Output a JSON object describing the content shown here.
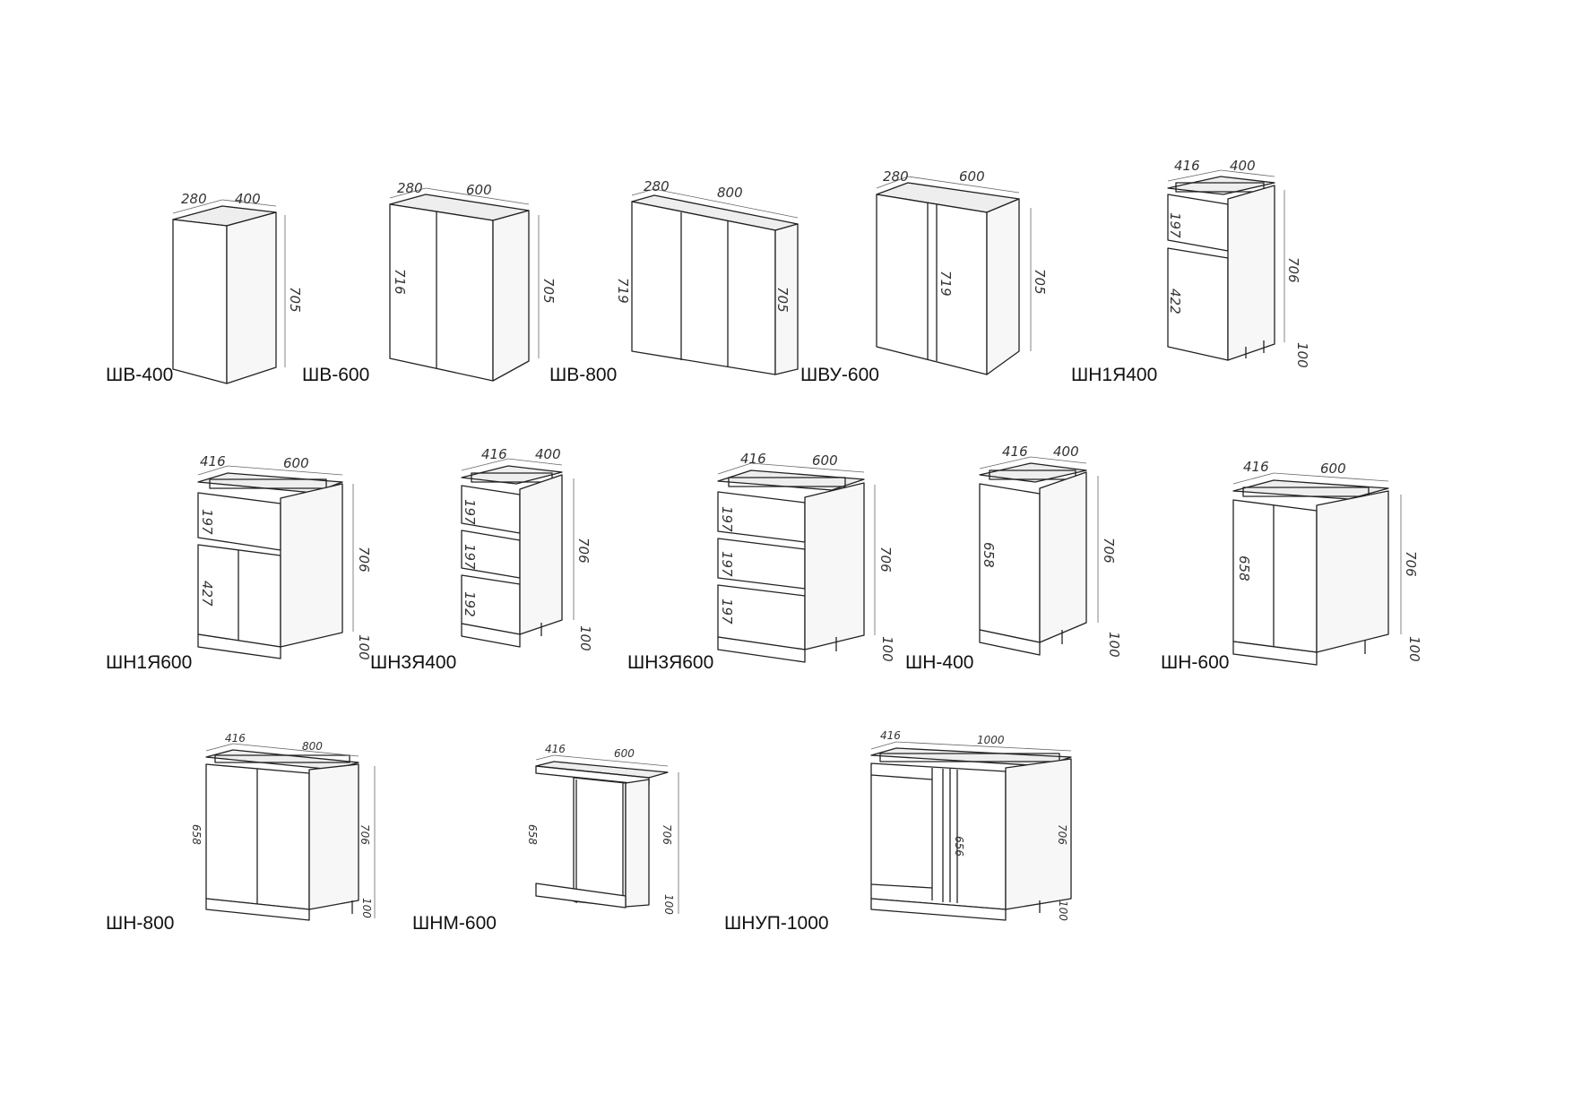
{
  "cabinets": [
    {
      "code": "ШВ-400",
      "dims": {
        "depth": "280",
        "width": "400",
        "height": "705"
      }
    },
    {
      "code": "ШВ-600",
      "dims": {
        "depth": "280",
        "width": "600",
        "door": "716",
        "height": "705"
      }
    },
    {
      "code": "ШВ-800",
      "dims": {
        "depth": "280",
        "width": "800",
        "door": "719",
        "height": "705"
      }
    },
    {
      "code": "ШВУ-600",
      "dims": {
        "depth": "280",
        "width": "600",
        "door": "719",
        "height": "705"
      }
    },
    {
      "code": "ШН1Я400",
      "dims": {
        "depth": "416",
        "width": "400",
        "drawer1": "197",
        "door": "422",
        "height": "706",
        "plinth": "100"
      }
    },
    {
      "code": "ШН1Я600",
      "dims": {
        "depth": "416",
        "width": "600",
        "drawer1": "197",
        "door": "427",
        "height": "706",
        "plinth": "100"
      }
    },
    {
      "code": "ШН3Я400",
      "dims": {
        "depth": "416",
        "width": "400",
        "drawer1": "197",
        "drawer2": "197",
        "drawer3": "192",
        "height": "706",
        "plinth": "100"
      }
    },
    {
      "code": "ШН3Я600",
      "dims": {
        "depth": "416",
        "width": "600",
        "drawer1": "197",
        "drawer2": "197",
        "drawer3": "197",
        "height": "706",
        "plinth": "100"
      }
    },
    {
      "code": "ШН-400",
      "dims": {
        "depth": "416",
        "width": "400",
        "door": "658",
        "height": "706",
        "plinth": "100"
      }
    },
    {
      "code": "ШН-600",
      "dims": {
        "depth": "416",
        "width": "600",
        "door": "658",
        "height": "706",
        "plinth": "100"
      }
    },
    {
      "code": "ШН-800",
      "dims": {
        "depth": "416",
        "width": "800",
        "door": "658",
        "height": "706",
        "plinth": "100"
      }
    },
    {
      "code": "ШНМ-600",
      "dims": {
        "depth": "416",
        "width": "600",
        "door": "658",
        "height": "706",
        "plinth": "100"
      }
    },
    {
      "code": "ШНУП-1000",
      "dims": {
        "depth": "416",
        "width": "1000",
        "door": "656",
        "height": "706",
        "plinth": "100"
      }
    }
  ]
}
